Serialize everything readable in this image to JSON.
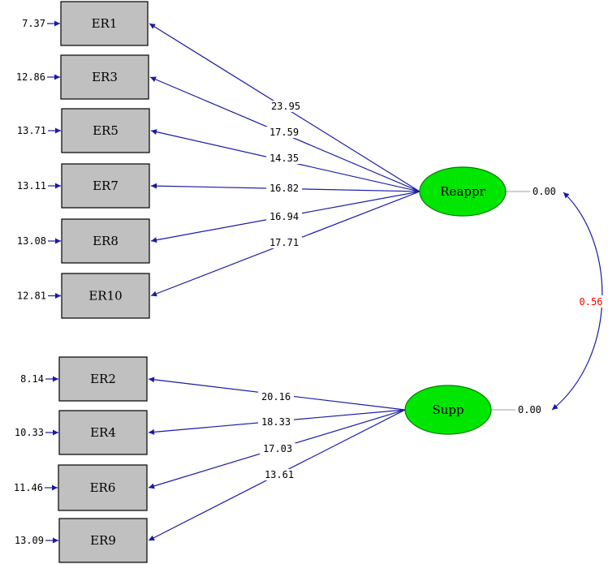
{
  "colors": {
    "path": "#1a1aa6",
    "indicator_fill": "#c0c0c0",
    "latent_fill": "#00e600",
    "latent_stroke": "#007a00",
    "variance_line": "#a0a0a0",
    "correlation_text": "#ff0000"
  },
  "latents": [
    {
      "id": "reappr",
      "label": "Reappr",
      "variance": "0.00"
    },
    {
      "id": "supp",
      "label": "Supp",
      "variance": "0.00"
    }
  ],
  "correlation": {
    "value": "0.56"
  },
  "indicators": [
    {
      "id": "er1",
      "label": "ER1",
      "error": "7.37",
      "loading": "23.95",
      "factor": "reappr"
    },
    {
      "id": "er3",
      "label": "ER3",
      "error": "12.86",
      "loading": "17.59",
      "factor": "reappr"
    },
    {
      "id": "er5",
      "label": "ER5",
      "error": "13.71",
      "loading": "14.35",
      "factor": "reappr"
    },
    {
      "id": "er7",
      "label": "ER7",
      "error": "13.11",
      "loading": "16.82",
      "factor": "reappr"
    },
    {
      "id": "er8",
      "label": "ER8",
      "error": "13.08",
      "loading": "16.94",
      "factor": "reappr"
    },
    {
      "id": "er10",
      "label": "ER10",
      "error": "12.81",
      "loading": "17.71",
      "factor": "reappr"
    },
    {
      "id": "er2",
      "label": "ER2",
      "error": "8.14",
      "loading": "20.16",
      "factor": "supp"
    },
    {
      "id": "er4",
      "label": "ER4",
      "error": "10.33",
      "loading": "18.33",
      "factor": "supp"
    },
    {
      "id": "er6",
      "label": "ER6",
      "error": "11.46",
      "loading": "17.03",
      "factor": "supp"
    },
    {
      "id": "er9",
      "label": "ER9",
      "error": "13.09",
      "loading": "13.61",
      "factor": "supp"
    }
  ]
}
